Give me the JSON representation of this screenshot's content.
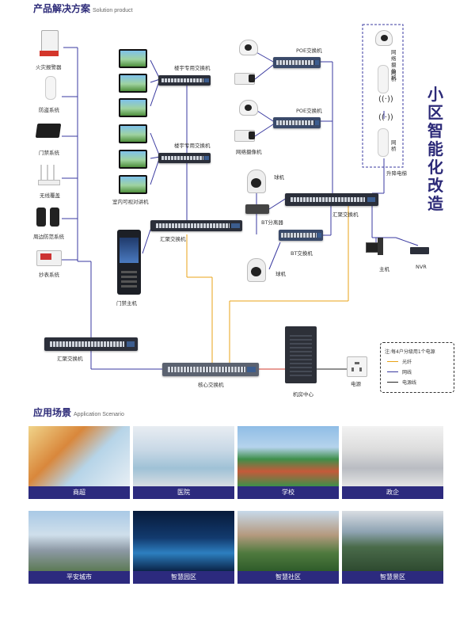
{
  "headers": {
    "solution_title": "产品解决方案",
    "solution_subtitle": "Solution product",
    "scenario_title": "应用场景",
    "scenario_subtitle": "Application Scenario"
  },
  "side_title": "小区智能化改造",
  "left_systems": [
    "火灾报警器",
    "防盗系统",
    "门禁系统",
    "无线覆盖",
    "周边防范系统",
    "抄表系统"
  ],
  "labels": {
    "building_switch_1": "楼宇专用交换机",
    "building_switch_2": "楼宇专用交换机",
    "indoor_intercom": "室内可视对讲机",
    "agg_switch_mid": "汇聚交换机",
    "door_host": "门禁主机",
    "agg_switch_left": "汇聚交换机",
    "core_switch": "核心交换机",
    "poe_switch_1": "POE交换机",
    "poe_switch_2": "POE交换机",
    "network_camera": "网络摄像机",
    "ball_camera_1": "球机",
    "bt_splitter": "BT分离器",
    "bt_switch": "BT交换机",
    "ball_camera_2": "球机",
    "agg_switch_right": "汇聚交换机",
    "host": "主机",
    "nvr": "NVR",
    "server_room": "机房中心",
    "power": "电源",
    "elevator_camera": "网络摄像机",
    "elevator_bridge_1": "网桥",
    "elevator_bridge_2": "网桥",
    "elevator": "升降电梯"
  },
  "legend": {
    "note": "注:每4户分级用1个电源",
    "items": [
      {
        "label": "光纤",
        "color": "#e8a317"
      },
      {
        "label": "网线",
        "color": "#3a3aa0"
      },
      {
        "label": "电源线",
        "color": "#222222"
      }
    ]
  },
  "scenarios": [
    "商超",
    "医院",
    "学校",
    "政企",
    "平安城市",
    "智慧园区",
    "智慧社区",
    "智慧景区"
  ]
}
